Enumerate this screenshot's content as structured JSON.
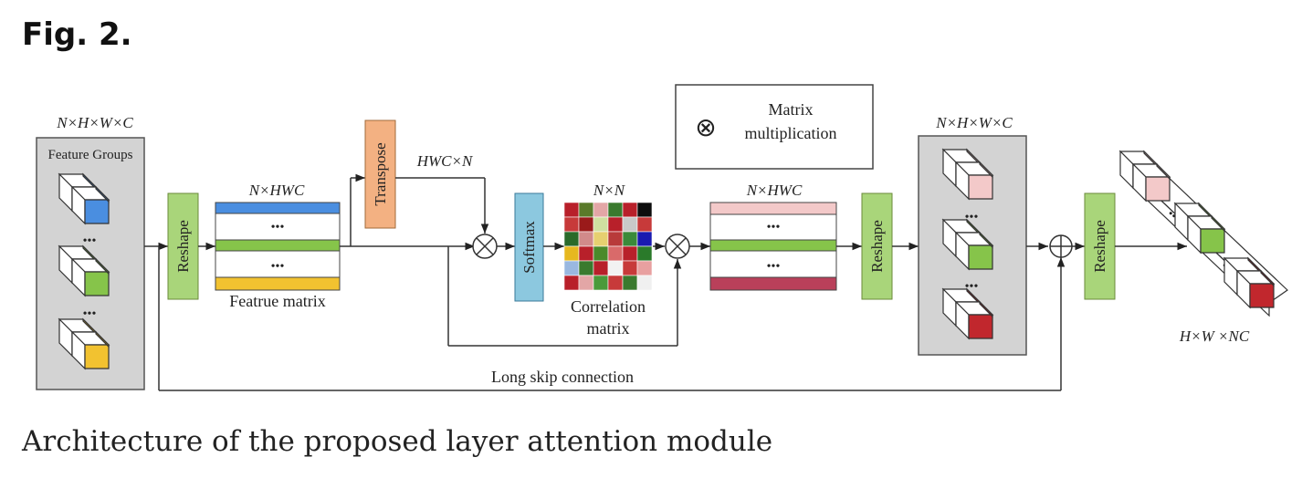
{
  "figure": {
    "title": "Fig. 2.",
    "caption": "Architecture of the proposed layer attention module"
  },
  "labels": {
    "input_dims": "N×H×W×C",
    "feature_groups": "Feature Groups",
    "reshape": "Reshape",
    "n_hwc": "N×HWC",
    "feature_matrix": "Featrue matrix",
    "transpose": "Transpose",
    "hwc_n": "HWC×N",
    "softmax": "Softmax",
    "n_n": "N×N",
    "correlation_1": "Correlation",
    "correlation_2": "matrix",
    "legend_symbol": "⊗",
    "legend_line1": "Matrix",
    "legend_line2": "multiplication",
    "output_dims": "N×H×W×C",
    "final_dims": "H×W ×NC",
    "long_skip": "Long skip connection",
    "dots": "•••"
  },
  "colors": {
    "blue": "#4a8ee0",
    "green": "#86c44a",
    "yellow": "#f2c230",
    "pink": "#f3c9c9",
    "dark_red": "#c1272d",
    "orange": "#f3b182",
    "light_blue": "#8cc8df",
    "panel_gray": "#d3d3d3"
  },
  "correlation_colors": [
    "#b8202a",
    "#5a7a2a",
    "#e3a6a6",
    "#3a7a2e",
    "#b8202a",
    "#0d0d0d",
    "#c73a3a",
    "#9a1a1a",
    "#cfe0a0",
    "#b8202a",
    "#c9c9c9",
    "#c73a3a",
    "#2a6a2a",
    "#d18a8a",
    "#e6d070",
    "#b83a3a",
    "#3a8a3a",
    "#1a1ab0",
    "#e6b820",
    "#b8202a",
    "#4a8a2a",
    "#d96a6a",
    "#b8202a",
    "#2a7a2a",
    "#9ab8e0",
    "#3a7a2e",
    "#b8202a",
    "#f2f2f2",
    "#c73a3a",
    "#e8a0a0",
    "#b8202a",
    "#e3a6a6",
    "#4a9a3a",
    "#c73a3a",
    "#3a7a2e",
    "#f0f0f0"
  ]
}
